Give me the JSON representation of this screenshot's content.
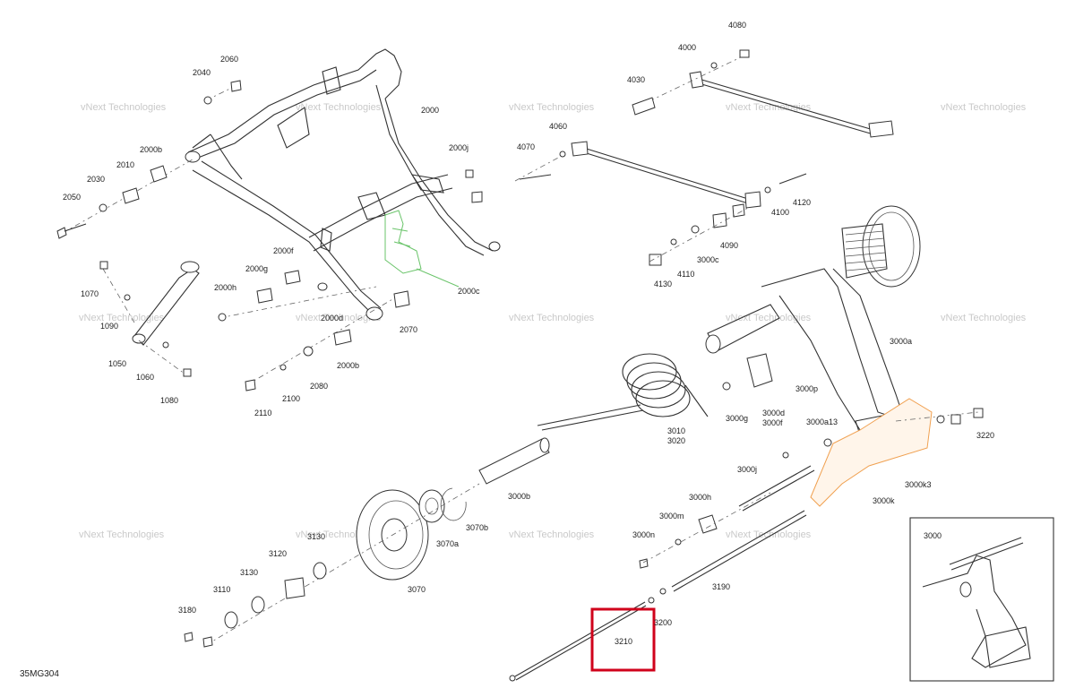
{
  "diagram_code": "35MG304",
  "watermark": "vNext Technologies",
  "highlight_color": "#d0021b",
  "part_labels": [
    "2060",
    "2040",
    "2000",
    "2000b",
    "2010",
    "2030",
    "2050",
    "2000j",
    "2000c",
    "2000f",
    "2000g",
    "2000h",
    "2000d",
    "2070",
    "2000b",
    "2080",
    "2100",
    "2110",
    "1070",
    "1090",
    "1050",
    "1060",
    "1080",
    "4080",
    "4000",
    "4030",
    "4060",
    "4070",
    "4120",
    "4100",
    "4090",
    "3000c",
    "4110",
    "4130",
    "3000a",
    "3000p",
    "3000a13",
    "3220",
    "3000g",
    "3000d",
    "3000f",
    "3010",
    "3020",
    "3000b",
    "3000j",
    "3000k3",
    "3000k",
    "3000h",
    "3000m",
    "3000n",
    "3190",
    "3200",
    "3210",
    "3070b",
    "3070a",
    "3070",
    "3130",
    "3120",
    "3130",
    "3110",
    "3180",
    "3000"
  ]
}
